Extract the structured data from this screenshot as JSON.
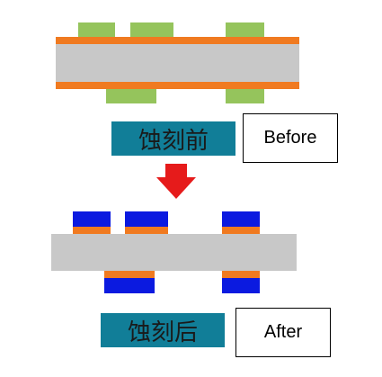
{
  "before": {
    "label_zh": "蚀刻前",
    "label_en": "Before"
  },
  "after": {
    "label_zh": "蚀刻后",
    "label_en": "After"
  },
  "colors": {
    "substrate": "#c8c8c8",
    "copper": "#f07a20",
    "resist": "#95c45c",
    "etched_top": "#0b1ae0",
    "label_bg": "#117e98",
    "arrow": "#e61b1b"
  }
}
